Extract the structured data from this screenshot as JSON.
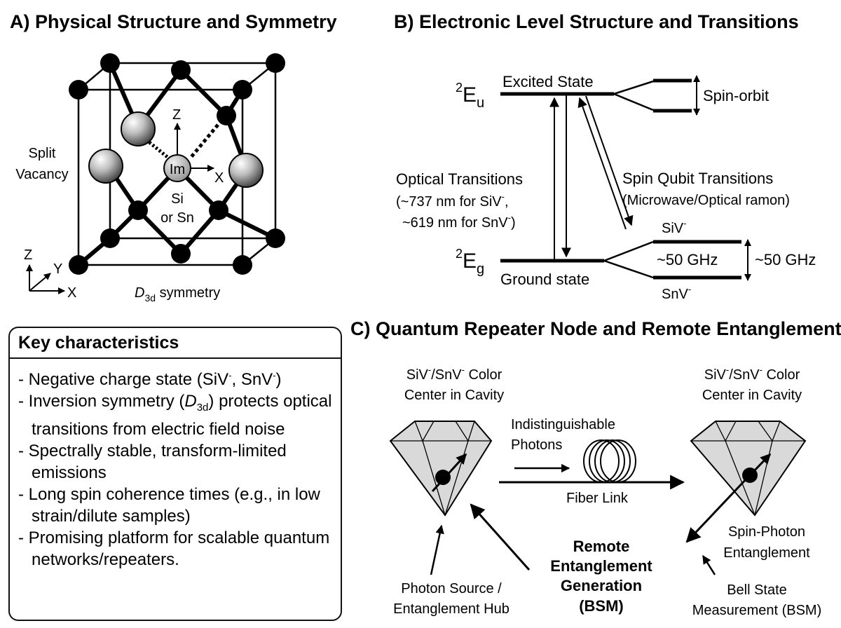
{
  "panels": {
    "a": {
      "title": "A) Physical Structure and Symmetry",
      "split_vacancy_line1": "Split",
      "split_vacancy_line2": "Vacancy",
      "impurity_label": "Im",
      "impurity_species_line1": "Si",
      "impurity_species_line2": "or Sn",
      "axis_z": "Z",
      "axis_x": "X",
      "axis_y": "Y",
      "symmetry_group": "D",
      "symmetry_subscript": "3d",
      "symmetry_suffix": " symmetry"
    },
    "b": {
      "title": "B) Electronic Level Structure and Transitions",
      "excited_symbol_sup": "2",
      "excited_symbol": "E",
      "excited_symbol_sub": "u",
      "excited_label": "Excited State",
      "ground_symbol_sup": "2",
      "ground_symbol": "E",
      "ground_symbol_sub": "g",
      "ground_label": "Ground state",
      "spin_orbit_label": "Spin-orbit",
      "optical_line1": "Optical Transitions",
      "optical_line2": "(~737 nm for SiV",
      "optical_line2_sup": "-",
      "optical_line2_end": ",",
      "optical_line3": "~619 nm for SnV",
      "optical_line3_sup": "-",
      "optical_line3_end": ")",
      "spin_qubit_line1": "Spin Qubit Transitions",
      "spin_qubit_line2": "(Microwave/Optical ramon)",
      "siv_label": "SiV",
      "snv_label": "SnV",
      "minus_sup": "-",
      "splitting_inner": "~50 GHz",
      "splitting_outer": "~50 GHz"
    },
    "key": {
      "heading": "Key characteristics",
      "items": [
        {
          "lines": [
            "- Negative charge state (SiV⁻, SnV⁻)"
          ]
        },
        {
          "lines": [
            "- Inversion symmetry (D₃d) protects",
            "optical transitions from electric",
            "field noise"
          ]
        },
        {
          "lines": [
            "- Spectrally stable, transform-",
            "limited emissions"
          ]
        },
        {
          "lines": [
            "- Long spin coherence times (e.g.,",
            "in low strain/dilute samples)"
          ]
        },
        {
          "lines": [
            "- Promising platform for scalable",
            "quantum networks/repeaters."
          ]
        }
      ],
      "item0": "- Negative charge state (SiV",
      "item0_mid": ", SnV",
      "item0_end": ")",
      "item1_a": "- Inversion symmetry (",
      "item1_d": "D",
      "item1_sub": "3d",
      "item1_b": ") protects optical transitions from electric field noise",
      "item2": "- Spectrally stable, transform-limited emissions",
      "item3": "- Long spin coherence times (e.g., in low strain/dilute samples)",
      "item4": "- Promising platform for scalable quantum networks/repeaters."
    },
    "c": {
      "title": "C) Quantum Repeater Node and Remote Entanglement",
      "left_node_line1a": "SiV",
      "left_node_line1b": "/SnV",
      "left_node_line1c": " Color",
      "left_node_line2": "Center in Cavity",
      "right_node_line1a": "SiV",
      "right_node_line1b": "/SnV",
      "right_node_line1c": " Color",
      "right_node_line2": "Center in Cavity",
      "photons_line1": "Indistinguishable",
      "photons_line2": "Photons",
      "fiber_label": "Fiber Link",
      "spin_photon_line1": "Spin-Photon",
      "spin_photon_line2": "Entanglement",
      "remote_line1": "Remote",
      "remote_line2": "Entanglement",
      "remote_line3": "Generation",
      "remote_line4": "(BSM)",
      "source_line1": "Photon Source /",
      "source_line2": "Entanglement Hub",
      "bell_line1": "Bell State",
      "bell_line2": "Measurement (BSM)"
    }
  },
  "colors": {
    "ink": "#000000",
    "diamond_fill": "#d9d9d9",
    "sphere_light": "#f2f2f2",
    "sphere_dark": "#555555",
    "background": "#ffffff"
  }
}
